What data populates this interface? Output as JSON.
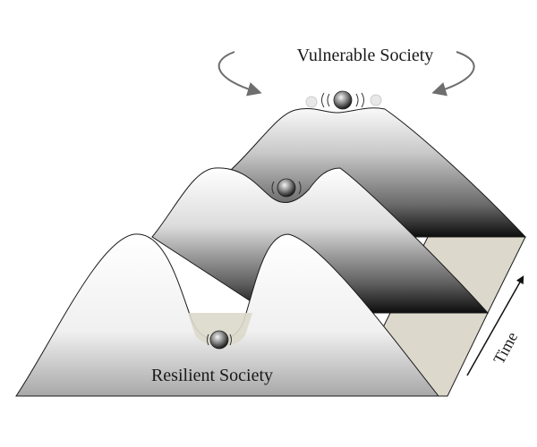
{
  "title_top": "Vulnerable Society",
  "title_bottom": "Resilient Society",
  "axis_label": "Time",
  "colors": {
    "side": "#dcd8cb",
    "outline": "#1a1a1a",
    "arrow": "#6e6e6e",
    "dark": "#111111"
  }
}
